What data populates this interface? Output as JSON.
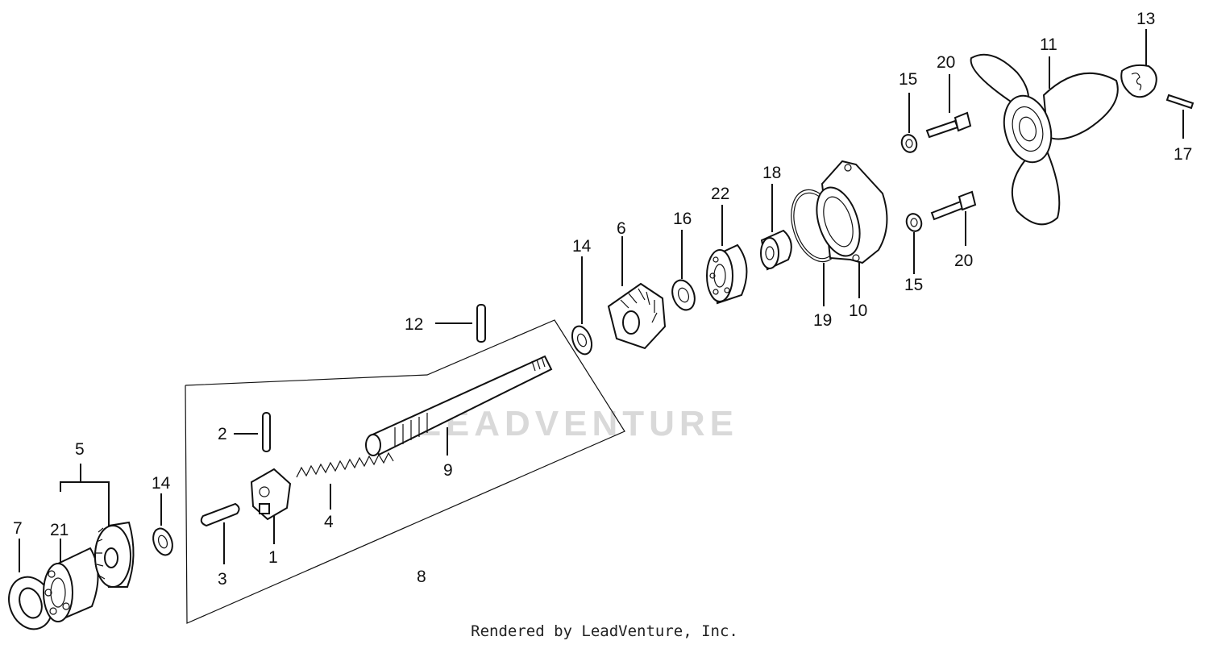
{
  "watermark": "LEADVENTURE",
  "footer": "Rendered by LeadVenture, Inc.",
  "callouts": [
    "1",
    "2",
    "3",
    "4",
    "5",
    "6",
    "7",
    "8",
    "9",
    "10",
    "11",
    "12",
    "13",
    "14",
    "14",
    "15",
    "15",
    "16",
    "17",
    "18",
    "19",
    "20",
    "20",
    "21",
    "22"
  ],
  "parts": [
    {
      "num": "1",
      "shape": "clutch-dog"
    },
    {
      "num": "2",
      "shape": "pin"
    },
    {
      "num": "3",
      "shape": "pin"
    },
    {
      "num": "4",
      "shape": "spring"
    },
    {
      "num": "5",
      "shape": "gear-bearing-assembly"
    },
    {
      "num": "6",
      "shape": "bevel-gear"
    },
    {
      "num": "7",
      "shape": "seal"
    },
    {
      "num": "8",
      "shape": "shaft-assembly"
    },
    {
      "num": "9",
      "shape": "propeller-shaft"
    },
    {
      "num": "10",
      "shape": "bearing-holder"
    },
    {
      "num": "11",
      "shape": "propeller"
    },
    {
      "num": "12",
      "shape": "pin"
    },
    {
      "num": "13",
      "shape": "cap"
    },
    {
      "num": "14",
      "shape": "washer"
    },
    {
      "num": "15",
      "shape": "washer"
    },
    {
      "num": "16",
      "shape": "seal"
    },
    {
      "num": "17",
      "shape": "cotter-pin"
    },
    {
      "num": "18",
      "shape": "bushing"
    },
    {
      "num": "19",
      "shape": "o-ring"
    },
    {
      "num": "20",
      "shape": "bolt"
    },
    {
      "num": "21",
      "shape": "ball-bearing"
    },
    {
      "num": "22",
      "shape": "ball-bearing"
    }
  ]
}
